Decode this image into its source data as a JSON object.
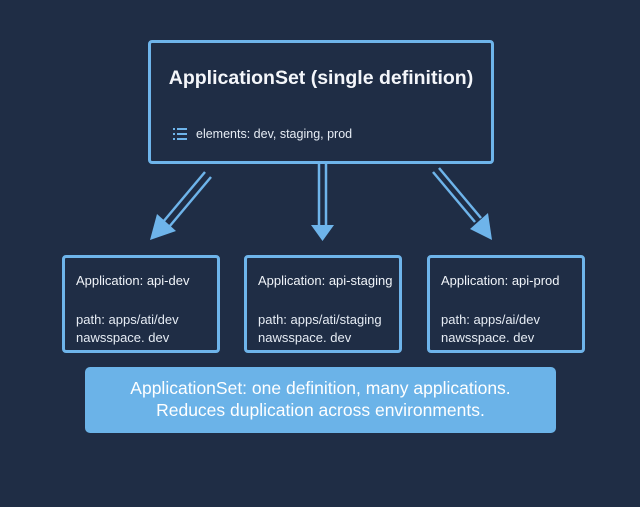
{
  "diagram": {
    "applicationset": {
      "title": "ApplicationSet (single definition)",
      "icon": "list-icon",
      "elements_text": "elements: dev, staging, prod"
    },
    "applications": [
      {
        "title": "Application: api-dev",
        "path": "path: apps/ati/dev",
        "namespace": "nawsspace. dev"
      },
      {
        "title": "Application: api-staging",
        "path": "path: apps/ati/staging",
        "namespace": "nawsspace. dev"
      },
      {
        "title": "Application: api-prod",
        "path": "path: apps/ai/dev",
        "namespace": "nawsspace. dev"
      }
    ],
    "arrows": [
      {
        "from": "applicationset",
        "to": "api-dev",
        "icon": "arrow-down-left-icon"
      },
      {
        "from": "applicationset",
        "to": "api-staging",
        "icon": "arrow-down-icon"
      },
      {
        "from": "applicationset",
        "to": "api-prod",
        "icon": "arrow-down-right-icon"
      }
    ],
    "summary": {
      "line1": "ApplicationSet: one definition, many applications.",
      "line2": "Reduces duplication across environments."
    },
    "colors": {
      "background": "#1f2d45",
      "accent": "#6eb4ea",
      "banner": "#6bb3e8",
      "text": "#ffffff"
    }
  }
}
